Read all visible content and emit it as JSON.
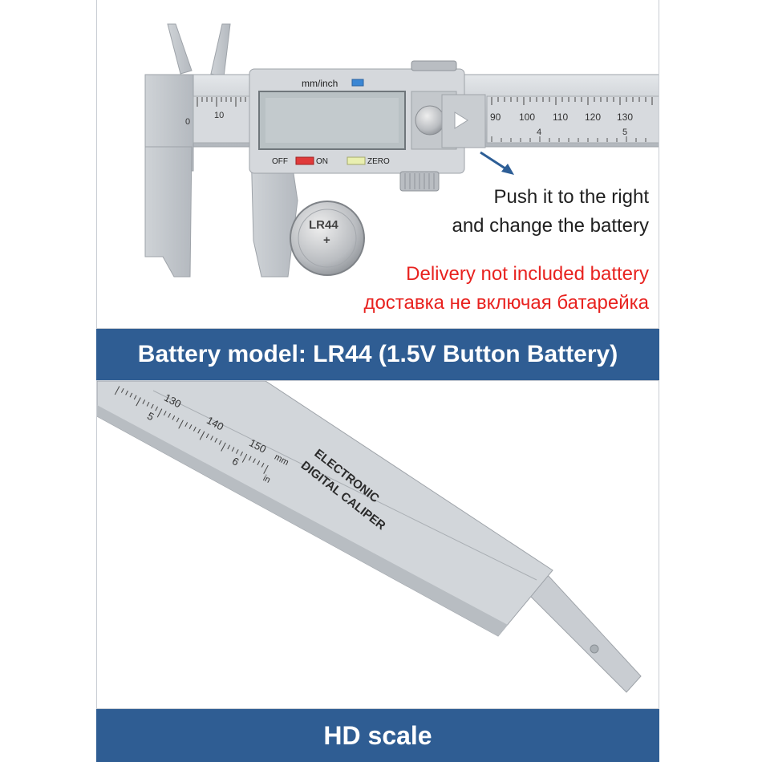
{
  "top_caption": {
    "line1": "Push it to the right",
    "line2": "and change the battery"
  },
  "warning": {
    "line1": "Delivery not included battery",
    "line2": "доставка не включая батарейка"
  },
  "banner_top": "Battery model: LR44  (1.5V Button Battery)",
  "banner_bottom": "HD scale",
  "caliper_top": {
    "unit_label": "mm/inch",
    "off_label": "OFF",
    "on_label": "ON",
    "zero_label": "ZERO",
    "scale_left": [
      "0",
      "10"
    ],
    "scale_right": [
      "90",
      "100",
      "110",
      "120",
      "130"
    ],
    "inch_marks": [
      "4",
      "5"
    ]
  },
  "battery_text": "LR44",
  "caliper_bottom": {
    "scale_numbers": [
      "130",
      "140",
      "150"
    ],
    "inch_numbers": [
      "5",
      "6"
    ],
    "mm_label": "mm",
    "in_label": "in",
    "brand_line1": "ELECTRONIC",
    "brand_line2": "DIGITAL CALIPER"
  },
  "colors": {
    "banner": "#2f5d93",
    "warning_text": "#e8221f",
    "caliper_body": "#c8ccd1",
    "lcd": "#b9c1c4",
    "on_button": "#e03a3a",
    "zero_button": "#e9efb0",
    "mode_button": "#3a86d4",
    "arrow": "#2d5e96"
  }
}
